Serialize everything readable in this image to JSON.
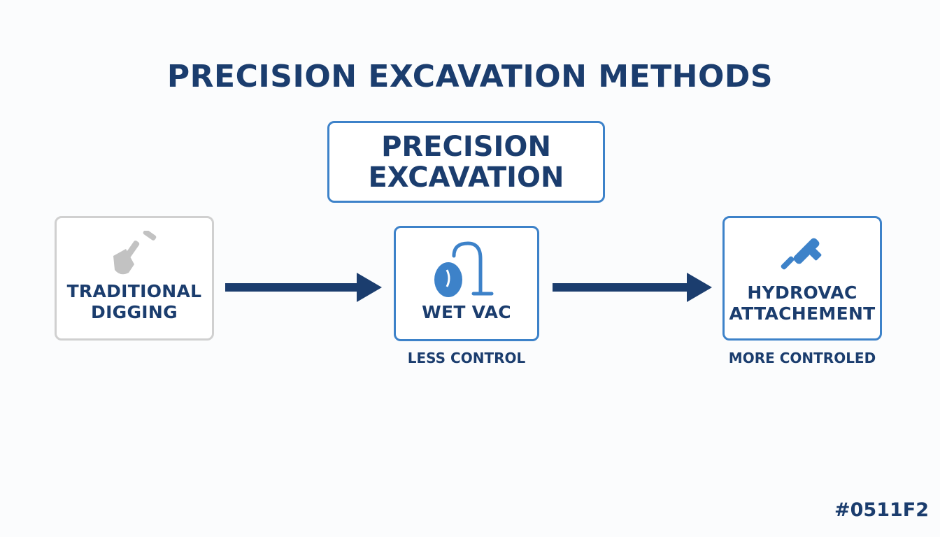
{
  "title": "PRECISION EXCAVATION METHODS",
  "center_box": {
    "line1": "PRECISION",
    "line2": "EXCAVATION"
  },
  "nodes": [
    {
      "id": "traditional",
      "lines": [
        "TRADITIONAL",
        "DIGGING"
      ],
      "icon": "shovel-icon",
      "state": "inactive",
      "caption": ""
    },
    {
      "id": "wet_vac",
      "lines": [
        "WET VAC"
      ],
      "icon": "vacuum-icon",
      "state": "active",
      "caption": "LESS CONTROL"
    },
    {
      "id": "hydrovac",
      "lines": [
        "HYDROVAC",
        "ATTACHEMENT"
      ],
      "icon": "hydrovac-nozzle-icon",
      "state": "active",
      "caption": "MORE CONTROLED"
    }
  ],
  "footer_code": "#0511F2",
  "colors": {
    "title": "#1b3d6e",
    "accent": "#3d82c9",
    "inactive_border": "#d0d0d0",
    "inactive_icon": "#c2c2c2",
    "arrow": "#1b3d6e"
  }
}
